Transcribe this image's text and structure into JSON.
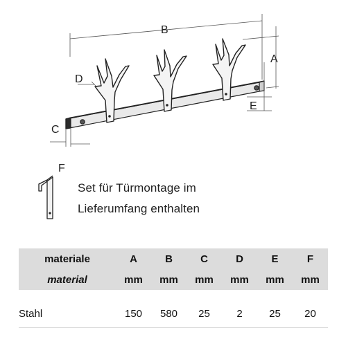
{
  "drawing": {
    "dimension_labels": [
      "A",
      "B",
      "C",
      "D",
      "E",
      "F"
    ],
    "mounting_note": [
      "Set für Türmontage im",
      "Lieferumfang enthalten"
    ]
  },
  "table": {
    "material_header": [
      "materiale",
      "material"
    ],
    "columns": [
      "A",
      "B",
      "C",
      "D",
      "E",
      "F"
    ],
    "units": [
      "mm",
      "mm",
      "mm",
      "mm",
      "mm",
      "mm"
    ],
    "rows": [
      {
        "material": "Stahl",
        "values": [
          "150",
          "580",
          "25",
          "2",
          "25",
          "20"
        ]
      }
    ]
  }
}
